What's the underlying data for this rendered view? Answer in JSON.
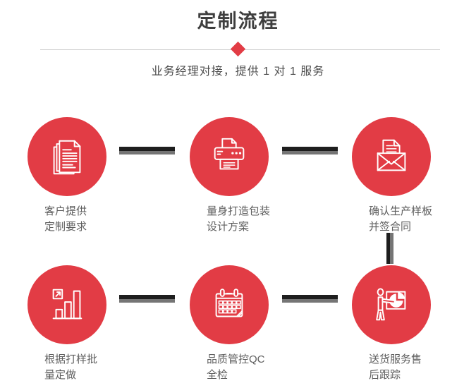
{
  "section": {
    "title": "定制流程",
    "subtitle": "业务经理对接，提供 1 对 1 服务"
  },
  "colors": {
    "accent_red": "#e23c45",
    "connector_black": "#1e1e1e",
    "connector_gray": "#757575",
    "divider_gray": "#cccccc",
    "title_text": "#3e3e3e",
    "subtitle_text": "#4c4c4c",
    "label_text": "#5e5e5e",
    "icon_stroke": "#ffffff"
  },
  "steps": [
    {
      "icon": "documents-icon",
      "lines": [
        "客户提供",
        "定制要求"
      ]
    },
    {
      "icon": "printer-icon",
      "lines": [
        "量身打造包装",
        "设计方案"
      ]
    },
    {
      "icon": "envelope-letter-icon",
      "lines": [
        "确认生产样板",
        "并签合同"
      ]
    },
    {
      "icon": "bar-chart-icon",
      "lines": [
        "根据打样批",
        "量定做"
      ]
    },
    {
      "icon": "calendar-icon",
      "lines": [
        "品质管控QC",
        "全检"
      ]
    },
    {
      "icon": "presentation-icon",
      "lines": [
        "送货服务售",
        "后跟踪"
      ]
    }
  ]
}
